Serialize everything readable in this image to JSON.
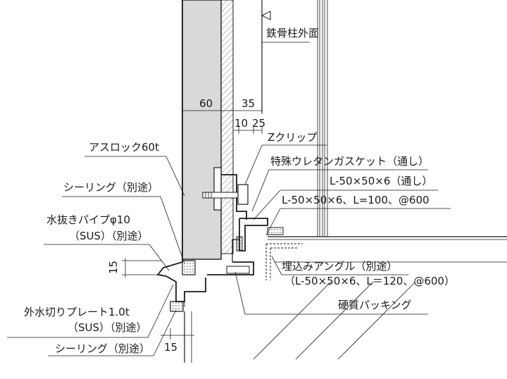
{
  "labels": {
    "column_face": "鉄骨柱外面",
    "alc": "アスロック60t",
    "sealing_top": "シーリング（別途）",
    "drain_pipe_1": "水抜きパイプφ10",
    "drain_pipe_2": "（SUS）（別途）",
    "flashing_1": "外水切りプレート1.0t",
    "flashing_2": "（SUS）（別途）",
    "sealing_bottom": "シーリング（別途）",
    "z_clip": "Zクリップ",
    "gasket": "特殊ウレタンガスケット（通し）",
    "angle_through": "L-50×50×6（通し）",
    "angle_pitch": "L-50×50×6、L=100、@600",
    "embed_angle_1": "埋込みアングル（別途）",
    "embed_angle_2": "（L-50×50×6、L＝120、@600）",
    "packing": "硬質パッキング"
  },
  "dimensions": {
    "panel_width": "60",
    "gap": "35",
    "sub_10": "10",
    "sub_25": "25",
    "drip_height": "15",
    "bottom_gap": "15"
  },
  "colors": {
    "line": "#1a1a1a",
    "panel_fill": "#d9d9d9",
    "hatch": "#777777"
  }
}
